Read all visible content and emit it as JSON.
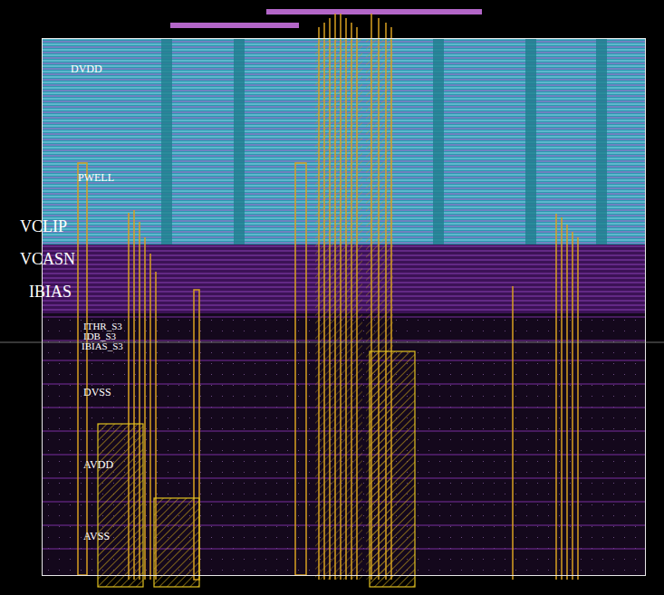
{
  "diagram": {
    "labels": [
      "DVDD",
      "PWELL",
      "VCLIP",
      "VCASN",
      "IBIAS",
      "ITHR_S3",
      "IDB_S3",
      "IBIAS_S3",
      "DVSS",
      "AVDD",
      "AVSS"
    ]
  }
}
